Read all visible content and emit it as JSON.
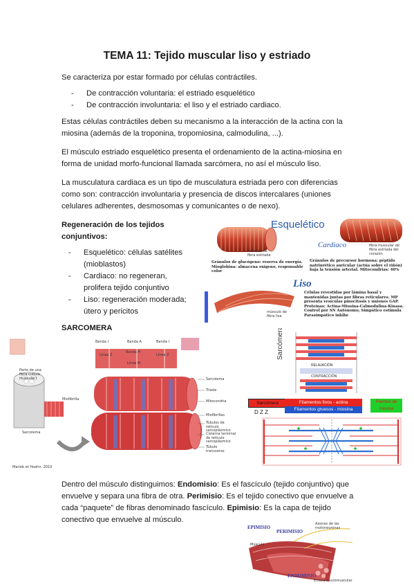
{
  "title": "TEMA 11: Tejido muscular liso y estriado",
  "intro": "Se caracteriza por estar formado por células contráctiles.",
  "types": [
    "De contracción voluntaria: el estriado esquelético",
    "De contracción involuntaria: el liso y el estriado cardiaco."
  ],
  "para1": "Estas células contráctiles deben su mecanismo a la interacción de la actina con la miosina (además de la troponina, tropomiosina, calmodulina, ...).",
  "para2": "El músculo estriado esquelético presenta el ordenamiento de la actina-miosina en forma de unidad morfo-funcional llamada sarcómera, no así el músculo liso.",
  "para3": "La musculatura cardiaca es un tipo de musculatura estriada pero con diferencias como son: contracción involuntaria y presencia de discos intercalares (uniones celulares adherentes, desmosomas y comunicantes o de nexo).",
  "regen": {
    "heading": "Regeneración de los tejidos conjuntivos:",
    "items": [
      "Esquelético: células satélites (mioblastos)",
      "Cardiaco: no regeneran, prolifera tejido conjuntivo",
      "Liso: regeneración moderada; útero y pericitos"
    ]
  },
  "muscle_fig": {
    "esq_label": "Esquelético",
    "esq_sub": "músculo de fibra estriada",
    "esq_caption": "Gránulos de glucógeno: reserva de energía. Mioglobina: almacena oxígeno, responsable color",
    "card_label": "Cardiaco",
    "card_sub": "fibra muscular de fibra estriada del corazón",
    "card_caption": "Gránulos de precursor hormona: péptido natriurético auricular (actúa sobre el riñón) baja la tensión arterial. Mitocondrias: 40%",
    "liso_label": "Liso",
    "liso_sub": "músculo de fibra lisa",
    "liso_caption": "Células revestidas por lámina basal y mantenidas juntas por fibras reticulares. MP presenta vesículas pinocitosis y uniones GAP. Proteínas: Actina-Miosina-Calmodulina-Kinasa. Control por SN Autónomo; Simpático estimula Parasimpático inhibe"
  },
  "sarcomera_heading": "SARCOMERA",
  "sarc_fig": {
    "fibra_label": "Parte de una fibra (célula muscular)",
    "miofibrilla": "Miofibrilla",
    "sarcolema": "Sarcolema",
    "banda_i1": "Banda I",
    "banda_a": "Banda A",
    "banda_i2": "Banda I",
    "linea_z1": "Línea Z",
    "banda_h": "Banda H",
    "linea_m": "Línea M",
    "linea_z2": "Línea Z",
    "right_labels": [
      "Sarcolema",
      "Tríada",
      "Mitocondria",
      "Miofibrillas",
      "Túbulos de retículo sarcoplásmico",
      "Cisterna terminal de retículo sarcoplásmico",
      "Túbulo transverso"
    ],
    "credit": "Marieb et Hoehn, 2010"
  },
  "sarc_right": {
    "vertical_label": "Sarcómera",
    "relax": "RELAJACIÓN",
    "contr": "CONTRACCIÓN"
  },
  "legend": {
    "sarcomera": "Sarcómera",
    "finos": "Filamentos finos - actina",
    "gruesos": "Filamentos gruesos - miosina",
    "puentes": "Puentes de miosina",
    "dzz": "D Z Z"
  },
  "colors": {
    "red": "#e8261f",
    "green": "#1fd02a",
    "blue": "#2457c8",
    "bar": "#3b5bdb"
  },
  "final_para": [
    {
      "text": "Dentro del músculo distinguimos: ",
      "bold": false
    },
    {
      "text": "Endomisio",
      "bold": true
    },
    {
      "text": ": Es el fascículo (tejido conjuntivo) que envuelve y separa una fibra de otra. ",
      "bold": false
    },
    {
      "text": "Perimisio",
      "bold": true
    },
    {
      "text": ": Es el tejido conectivo que envuelve a cada “paquete” de fibras denominado fascículo. ",
      "bold": false
    },
    {
      "text": "Epimisio",
      "bold": true
    },
    {
      "text": ": Es la capa de tejido conectivo que envuelve al músculo.",
      "bold": false
    }
  ],
  "epi_fig": {
    "epimisio": "EPIMISIO",
    "perimisio": "PERIMISIO",
    "endomisio": "ENDOMISIO",
    "axon": "Axones de las motoneuronas",
    "musculo": "Músculo",
    "enlace": "Enlace neuromuscular"
  }
}
